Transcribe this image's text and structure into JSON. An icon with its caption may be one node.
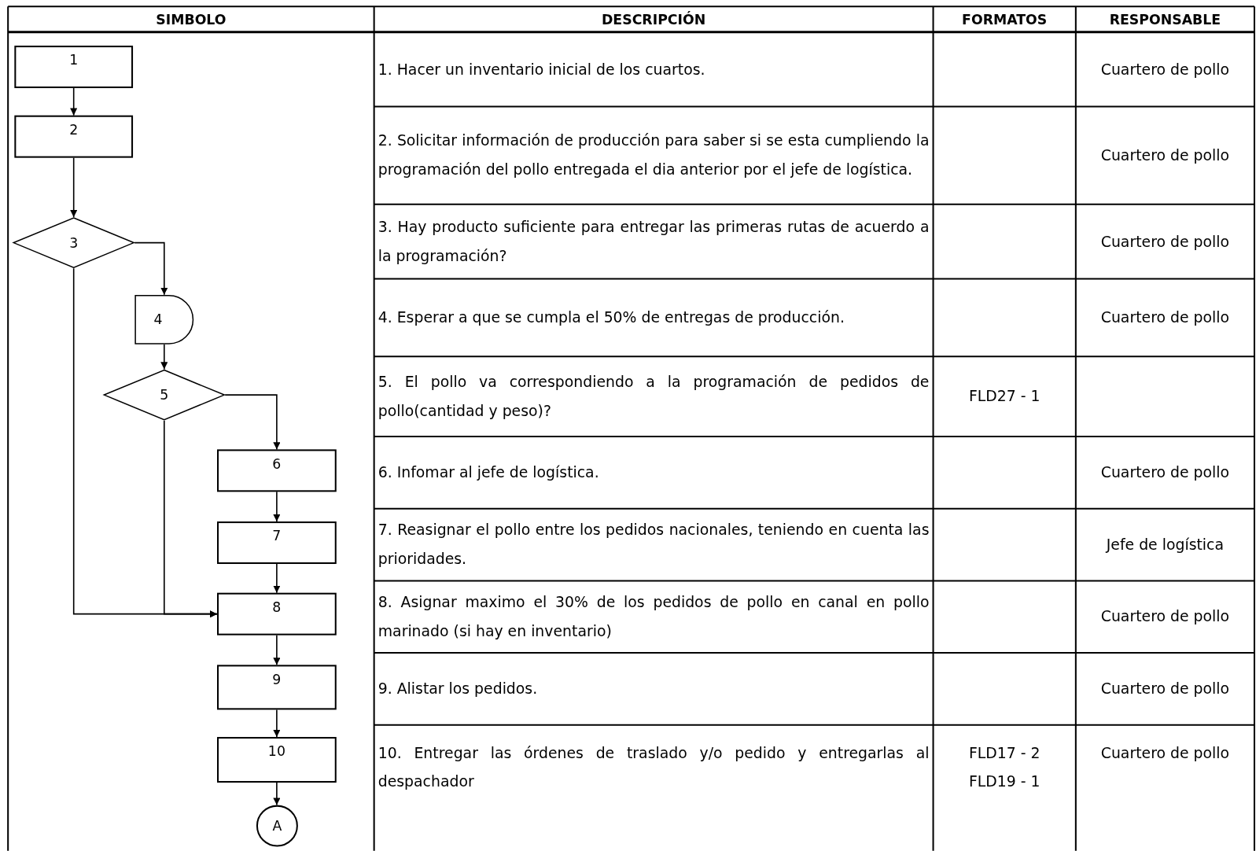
{
  "diagram": {
    "nodes": [
      {
        "text": [
          "1"
        ]
      },
      {
        "text": [
          "2"
        ]
      },
      {
        "text": [
          "3"
        ]
      },
      {
        "text": [
          "4"
        ]
      },
      {
        "text": [
          "5"
        ]
      },
      {
        "text": [
          "6"
        ]
      },
      {
        "text": [
          "7"
        ]
      },
      {
        "text": [
          "8"
        ]
      },
      {
        "text": [
          "9"
        ]
      },
      {
        "text": [
          "10"
        ]
      },
      {
        "text": [
          "A"
        ]
      }
    ],
    "edges": [
      {
        "from": 0,
        "to": 1,
        "arrow": "to"
      },
      {
        "from": 1,
        "to": 2,
        "arrow": "to"
      },
      {
        "from": 2,
        "to": 3,
        "arrow": "to"
      },
      {
        "from": 2,
        "to": 7,
        "arrow": "to"
      },
      {
        "from": 3,
        "to": 4,
        "arrow": "to"
      },
      {
        "from": 4,
        "to": 5,
        "arrow": "to"
      },
      {
        "from": 4,
        "to": 7,
        "arrow": "to"
      },
      {
        "from": 5,
        "to": 6,
        "arrow": "to"
      },
      {
        "from": 6,
        "to": 7,
        "arrow": "to"
      },
      {
        "from": 7,
        "to": 8,
        "arrow": "to"
      },
      {
        "from": 8,
        "to": 9,
        "arrow": "to"
      },
      {
        "from": 9,
        "to": 10,
        "arrow": "to"
      }
    ],
    "labels": [
      "SIMBOLO",
      "DESCRIPCIÓN",
      "FORMATOS",
      "RESPONSABLE",
      "1. Hacer un inventario inicial de los cuartos.",
      "Cuartero de pollo",
      "2. Solicitar información de producción para saber si se esta cumpliendo la programación del pollo entregada el dia anterior por el jefe de logística.",
      "Cuartero de pollo",
      "3. Hay producto suficiente para entregar las primeras rutas de acuerdo a la programación?",
      "Cuartero de pollo",
      "4. Esperar a que se cumpla el 50% de entregas de producción.",
      "Cuartero de pollo",
      "5. El pollo va correspondiendo a la programación de pedidos de pollo(cantidad y peso)?",
      "FLD27 - 1",
      "6. Infomar al jefe de logística.",
      "Cuartero de pollo",
      "7. Reasignar el pollo entre los pedidos nacionales, teniendo en cuenta las prioridades.",
      "Jefe de logística",
      "8. Asignar maximo el 30% de los pedidos de pollo en canal en pollo marinado (si hay en inventario)",
      "Cuartero de pollo",
      "9. Alistar los pedidos.",
      "Cuartero de pollo",
      "10. Entregar las órdenes de traslado y/o pedido y entregarlas al despachador",
      "FLD17 - 2",
      "FLD19 - 1",
      "Cuartero de pollo"
    ]
  }
}
